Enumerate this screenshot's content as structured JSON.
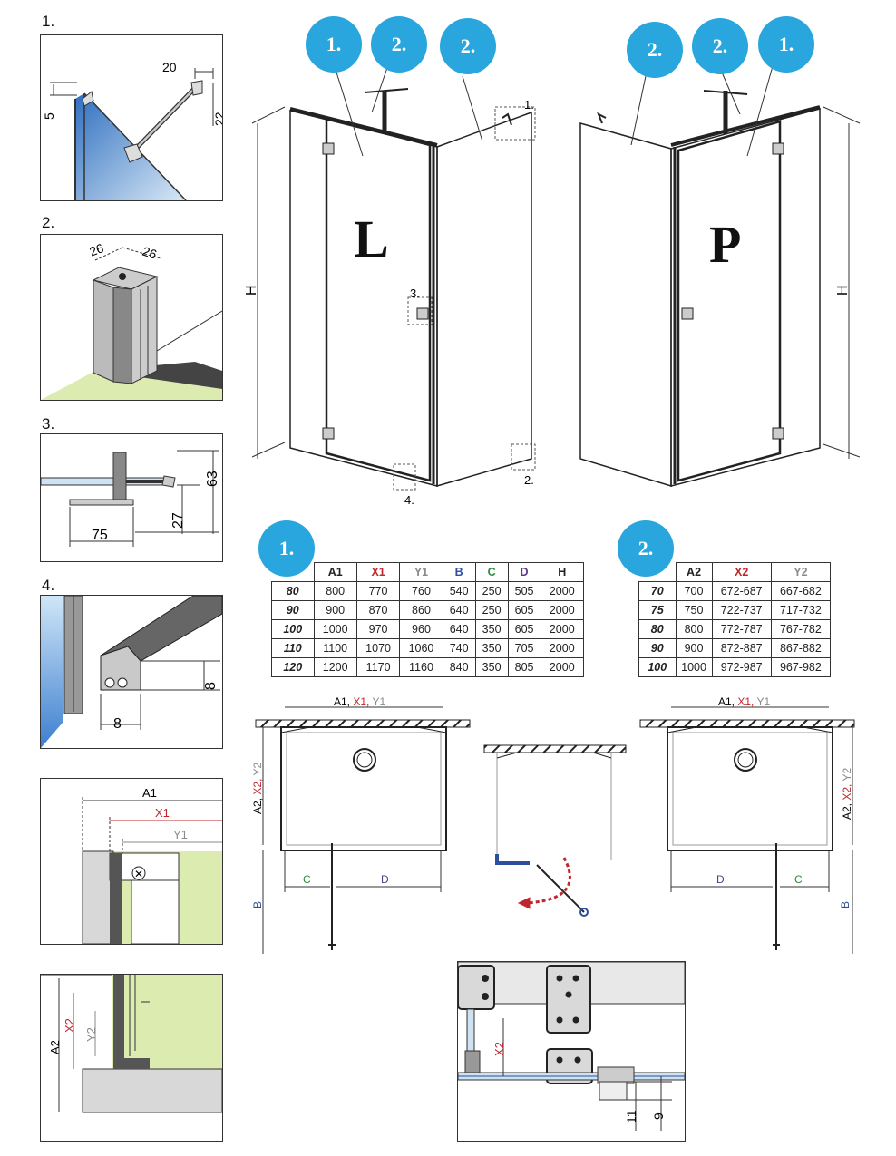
{
  "side_labels": {
    "s1": "1.",
    "s2": "2.",
    "s3": "3.",
    "s4": "4."
  },
  "detail1": {
    "dim_top": "20",
    "dim_left": "5",
    "dim_right": "22"
  },
  "detail2": {
    "dim_a": "26",
    "dim_b": "26"
  },
  "detail3": {
    "dim_width": "75",
    "dim_small": "27",
    "dim_height": "63"
  },
  "detail4": {
    "dim_side": "8",
    "dim_bottom": "8"
  },
  "offset_detail": {
    "a1": "A1",
    "x1": "X1",
    "y1": "Y1"
  },
  "depth_detail": {
    "a2": "A2",
    "x2": "X2",
    "y2": "Y2"
  },
  "views": {
    "left_letter": "L",
    "right_letter": "P",
    "left_badges": [
      "1.",
      "2.",
      "2."
    ],
    "right_badges": [
      "2.",
      "2.",
      "1."
    ],
    "height_label": "H",
    "callouts": [
      "1.",
      "2.",
      "3.",
      "4."
    ]
  },
  "table1": {
    "badge": "1.",
    "headers": [
      "A1",
      "X1",
      "Y1",
      "B",
      "C",
      "D",
      "H"
    ],
    "rows": [
      {
        "size": "80",
        "values": [
          "800",
          "770",
          "760",
          "540",
          "250",
          "505",
          "2000"
        ]
      },
      {
        "size": "90",
        "values": [
          "900",
          "870",
          "860",
          "640",
          "250",
          "605",
          "2000"
        ]
      },
      {
        "size": "100",
        "values": [
          "1000",
          "970",
          "960",
          "640",
          "350",
          "605",
          "2000"
        ]
      },
      {
        "size": "110",
        "values": [
          "1100",
          "1070",
          "1060",
          "740",
          "350",
          "705",
          "2000"
        ]
      },
      {
        "size": "120",
        "values": [
          "1200",
          "1170",
          "1160",
          "840",
          "350",
          "805",
          "2000"
        ]
      }
    ]
  },
  "table2": {
    "badge": "2.",
    "headers": [
      "A2",
      "X2",
      "Y2"
    ],
    "rows": [
      {
        "size": "70",
        "values": [
          "700",
          "672-687",
          "667-682"
        ]
      },
      {
        "size": "75",
        "values": [
          "750",
          "722-737",
          "717-732"
        ]
      },
      {
        "size": "80",
        "values": [
          "800",
          "772-787",
          "767-782"
        ]
      },
      {
        "size": "90",
        "values": [
          "900",
          "872-887",
          "867-882"
        ]
      },
      {
        "size": "100",
        "values": [
          "1000",
          "972-987",
          "967-982"
        ]
      }
    ]
  },
  "plan": {
    "top_dim_a1": "A1,",
    "top_dim_x1": " X1,",
    "top_dim_y1": " Y1",
    "side_a2": "A2,",
    "side_x2": " X2,",
    "side_y2": " Y2",
    "b": "B",
    "c": "C",
    "d": "D"
  },
  "bottom_detail": {
    "x2": "X2",
    "dim_11": "11",
    "dim_9": "9"
  },
  "colors": {
    "badge": "#29a6de",
    "glass": "#5f9ed8",
    "wall": "#dcebb0",
    "red": "#c0272d",
    "blue": "#2c4f9e",
    "green": "#2e8b3a"
  }
}
